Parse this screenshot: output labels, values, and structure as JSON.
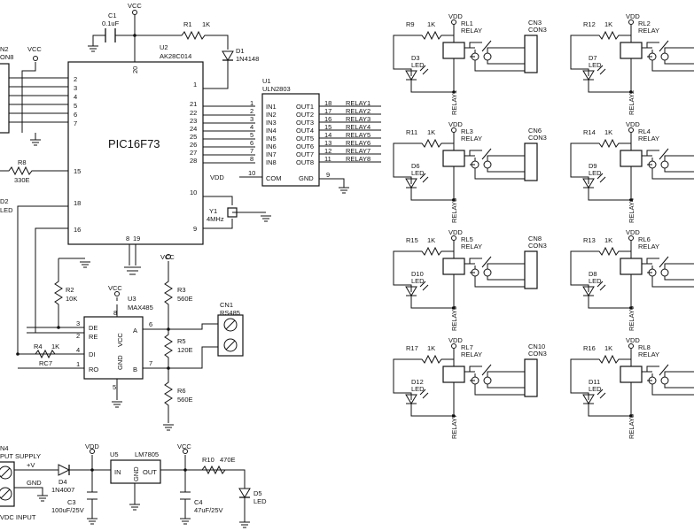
{
  "mcu": {
    "name": "PIC16F73",
    "ref": "U2",
    "part": "AK28C014",
    "pins_left": [
      "2",
      "3",
      "4",
      "5",
      "6",
      "7"
    ],
    "pin_15": "15",
    "pin_18": "18",
    "pin_16": "16",
    "pin_top": "20",
    "pin_1": "1",
    "pins_right": [
      "21",
      "22",
      "23",
      "24",
      "25",
      "26",
      "27",
      "28"
    ],
    "pin_10": "10",
    "pin_9": "9",
    "pins_bottom": [
      "8",
      "19"
    ]
  },
  "driver": {
    "ref": "U1",
    "part": "ULN2803",
    "in_pins": [
      "1",
      "2",
      "3",
      "4",
      "5",
      "6",
      "7",
      "8"
    ],
    "in_labels": [
      "IN1",
      "IN2",
      "IN3",
      "IN4",
      "IN5",
      "IN6",
      "IN7",
      "IN8"
    ],
    "out_pins": [
      "18",
      "17",
      "16",
      "15",
      "14",
      "13",
      "12",
      "11"
    ],
    "out_labels": [
      "OUT1",
      "OUT2",
      "OUT3",
      "OUT4",
      "OUT5",
      "OUT6",
      "OUT7",
      "OUT8"
    ],
    "relay_nets": [
      "RELAY1",
      "RELAY2",
      "RELAY3",
      "RELAY4",
      "RELAY5",
      "RELAY6",
      "RELAY7",
      "RELAY8"
    ],
    "com_pin": "10",
    "com_label": "COM",
    "gnd_pin": "9",
    "gnd_label": "GND"
  },
  "top": {
    "c1_ref": "C1",
    "c1_val": "0.1uF",
    "r1_ref": "R1",
    "r1_val": "1K",
    "d1_ref": "D1",
    "d1_val": "1N4148",
    "vcc": "VCC",
    "vdd": "VDD"
  },
  "left": {
    "cn2_ref": "N2",
    "cn2_val": "ON8",
    "r8_ref": "R8",
    "r8_val": "330E",
    "d2_ref": "D2",
    "d2_val": "LED",
    "crystal_ref": "Y1",
    "crystal_val": "4MHz"
  },
  "rs485": {
    "ref": "U3",
    "part": "MAX485",
    "pin_8": "8",
    "vcc_label": "VCC",
    "pins_left": [
      "3",
      "2",
      "4",
      "1"
    ],
    "labels_left": [
      "DE",
      "RE",
      "DI",
      "RO"
    ],
    "pin_6": "6",
    "pin_7": "7",
    "pin_5": "5",
    "a_label": "A",
    "b_label": "B",
    "gnd_label": "GND",
    "r2_ref": "R2",
    "r2_val": "10K",
    "r3_ref": "R3",
    "r3_val": "560E",
    "r5_ref": "R5",
    "r5_val": "120E",
    "r6_ref": "R6",
    "r6_val": "560E",
    "r4_ref": "R4",
    "r4_val": "1K",
    "rc7": "RC7",
    "cn1_ref": "CN1",
    "cn1_val": "RS485"
  },
  "power": {
    "cn4_ref": "N4",
    "cn4_val": "PUT SUPPLY",
    "plus": "+V",
    "gnd": "GND",
    "input_note": "VDC INPUT",
    "d4_ref": "D4",
    "d4_val": "1N4007",
    "c3_ref": "C3",
    "c3_val": "100uF/25V",
    "u5_ref": "U5",
    "u5_val": "LM7805",
    "pin_in": "IN",
    "pin_out": "OUT",
    "pin_gnd": "GND",
    "c4_ref": "C4",
    "c4_val": "47uF/25V",
    "r10_ref": "R10",
    "r10_val": "470E",
    "d5_ref": "D5",
    "d5_val": "LED"
  },
  "relay_blocks": [
    {
      "r_ref": "R9",
      "r_val": "1K",
      "rl_ref": "RL1",
      "rl_val": "RELAY",
      "d_ref": "D3",
      "d_val": "LED",
      "net": "RELAY1",
      "cn_ref": "CN3",
      "cn_val": "CON3",
      "vdd": "VDD"
    },
    {
      "r_ref": "R12",
      "r_val": "1K",
      "rl_ref": "RL2",
      "rl_val": "RELAY",
      "d_ref": "D7",
      "d_val": "LED",
      "net": "RELAY2",
      "cn_ref": "",
      "cn_val": "",
      "vdd": "VDD"
    },
    {
      "r_ref": "R11",
      "r_val": "1K",
      "rl_ref": "RL3",
      "rl_val": "RELAY",
      "d_ref": "D6",
      "d_val": "LED",
      "net": "RELAY3",
      "cn_ref": "CN6",
      "cn_val": "CON3",
      "vdd": "VDD"
    },
    {
      "r_ref": "R14",
      "r_val": "1K",
      "rl_ref": "RL4",
      "rl_val": "RELAY",
      "d_ref": "D9",
      "d_val": "LED",
      "net": "RELAY4",
      "cn_ref": "",
      "cn_val": "",
      "vdd": "VDD"
    },
    {
      "r_ref": "R15",
      "r_val": "1K",
      "rl_ref": "RL5",
      "rl_val": "RELAY",
      "d_ref": "D10",
      "d_val": "LED",
      "net": "RELAY5",
      "cn_ref": "CN8",
      "cn_val": "CON3",
      "vdd": "VDD"
    },
    {
      "r_ref": "R13",
      "r_val": "1K",
      "rl_ref": "RL6",
      "rl_val": "RELAY",
      "d_ref": "D8",
      "d_val": "LED",
      "net": "RELAY6",
      "cn_ref": "",
      "cn_val": "",
      "vdd": "VDD"
    },
    {
      "r_ref": "R17",
      "r_val": "1K",
      "rl_ref": "RL7",
      "rl_val": "RELAY",
      "d_ref": "D12",
      "d_val": "LED",
      "net": "RELAY7",
      "cn_ref": "CN10",
      "cn_val": "CON3",
      "vdd": "VDD"
    },
    {
      "r_ref": "R16",
      "r_val": "1K",
      "rl_ref": "RL8",
      "rl_val": "RELAY",
      "d_ref": "D11",
      "d_val": "LED",
      "net": "RELAY8",
      "cn_ref": "",
      "cn_val": "",
      "vdd": "VDD"
    }
  ]
}
